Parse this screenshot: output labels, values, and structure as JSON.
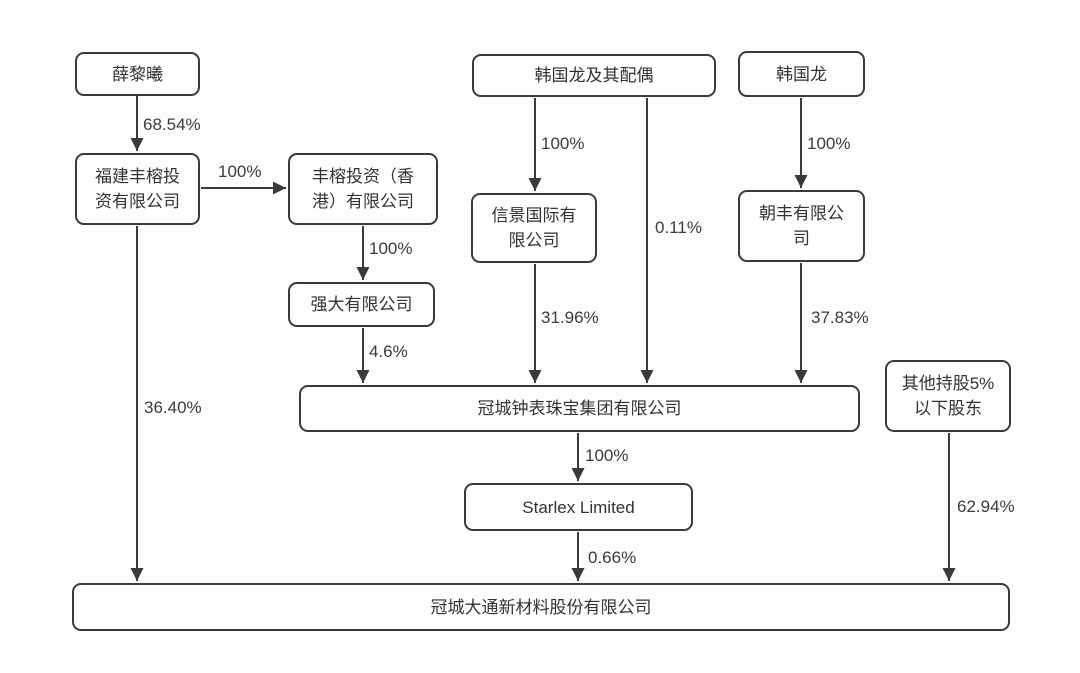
{
  "diagram": {
    "type": "ownership-structure-flowchart",
    "colors": {
      "line": "#3a3a3a",
      "box_border": "#3a3a3a",
      "text": "#333333",
      "background": "#fdfdfd"
    },
    "nodes": [
      {
        "id": "xue-lixi",
        "label": "薛黎曦"
      },
      {
        "id": "fujian-fengrong",
        "label": "福建丰榕投资有限公司"
      },
      {
        "id": "fengrong-hk",
        "label": "丰榕投资（香港）有限公司"
      },
      {
        "id": "qiangda",
        "label": "强大有限公司"
      },
      {
        "id": "han-guolong-spouse",
        "label": "韩国龙及其配偶"
      },
      {
        "id": "xinjing-intl",
        "label": "信景国际有限公司"
      },
      {
        "id": "han-guolong",
        "label": "韩国龙"
      },
      {
        "id": "chaofeng",
        "label": "朝丰有限公司"
      },
      {
        "id": "guancheng-watch-jewelry",
        "label": "冠城钟表珠宝集团有限公司"
      },
      {
        "id": "starlex",
        "label": "Starlex Limited"
      },
      {
        "id": "other-shareholders",
        "label": "其他持股5%以下股东"
      },
      {
        "id": "guancheng-datong",
        "label": "冠城大通新材料股份有限公司"
      }
    ],
    "edges": [
      {
        "from": "薛黎曦",
        "to": "福建丰榕投资有限公司",
        "label": "68.54%"
      },
      {
        "from": "福建丰榕投资有限公司",
        "to": "丰榕投资（香港）有限公司",
        "label": "100%"
      },
      {
        "from": "丰榕投资（香港）有限公司",
        "to": "强大有限公司",
        "label": "100%"
      },
      {
        "from": "强大有限公司",
        "to": "冠城钟表珠宝集团有限公司",
        "label": "4.6%"
      },
      {
        "from": "韩国龙及其配偶",
        "to": "信景国际有限公司",
        "label": "100%"
      },
      {
        "from": "信景国际有限公司",
        "to": "冠城钟表珠宝集团有限公司",
        "label": "31.96%"
      },
      {
        "from": "韩国龙及其配偶",
        "to": "冠城钟表珠宝集团有限公司",
        "label": "0.11%"
      },
      {
        "from": "韩国龙",
        "to": "朝丰有限公司",
        "label": "100%"
      },
      {
        "from": "朝丰有限公司",
        "to": "冠城钟表珠宝集团有限公司",
        "label": "37.83%"
      },
      {
        "from": "冠城钟表珠宝集团有限公司",
        "to": "Starlex Limited",
        "label": "100%"
      },
      {
        "from": "Starlex Limited",
        "to": "冠城大通新材料股份有限公司",
        "label": "0.66%"
      },
      {
        "from": "福建丰榕投资有限公司",
        "to": "冠城大通新材料股份有限公司",
        "label": "36.40%"
      },
      {
        "from": "其他持股5%以下股东",
        "to": "冠城大通新材料股份有限公司",
        "label": "62.94%"
      }
    ]
  }
}
